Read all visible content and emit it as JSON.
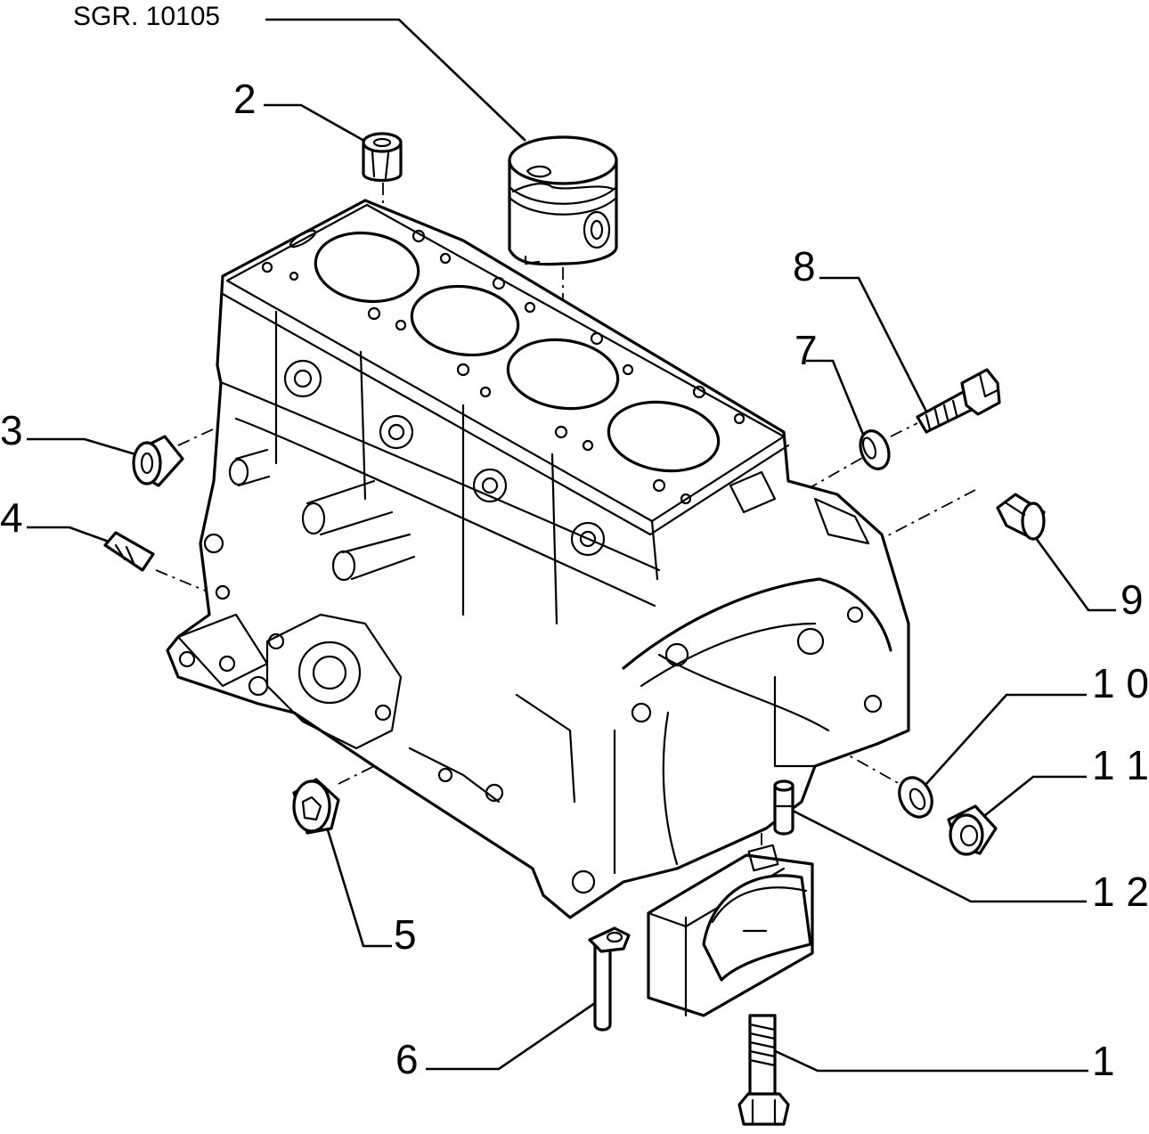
{
  "diagram": {
    "reference": "SGR. 10105",
    "callouts": {
      "c1": "1",
      "c2": "2",
      "c3": "3",
      "c4": "4",
      "c5": "5",
      "c6": "6",
      "c7": "7",
      "c8": "8",
      "c9": "9",
      "c10": "1 0",
      "c11": "1 1",
      "c12": "1 2"
    }
  }
}
